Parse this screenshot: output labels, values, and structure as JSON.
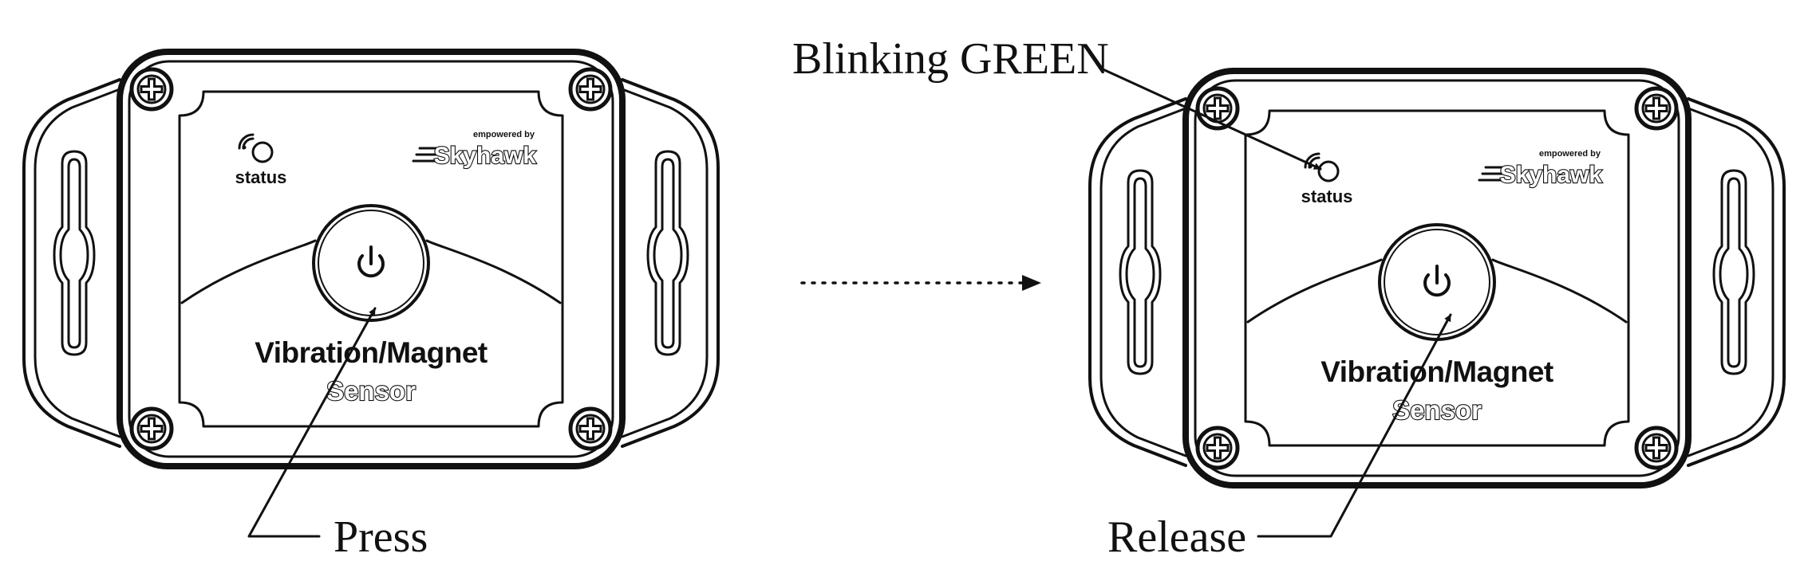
{
  "devices": [
    {
      "status_label": "status",
      "brand_small": "empowered by",
      "brand_name": "Skyhawk",
      "product_line1": "Vibration/Magnet",
      "product_line2": "Sensor"
    },
    {
      "status_label": "status",
      "brand_small": "empowered by",
      "brand_name": "Skyhawk",
      "product_line1": "Vibration/Magnet",
      "product_line2": "Sensor"
    }
  ],
  "callouts": {
    "press": "Press",
    "release": "Release",
    "led": "Blinking GREEN"
  }
}
